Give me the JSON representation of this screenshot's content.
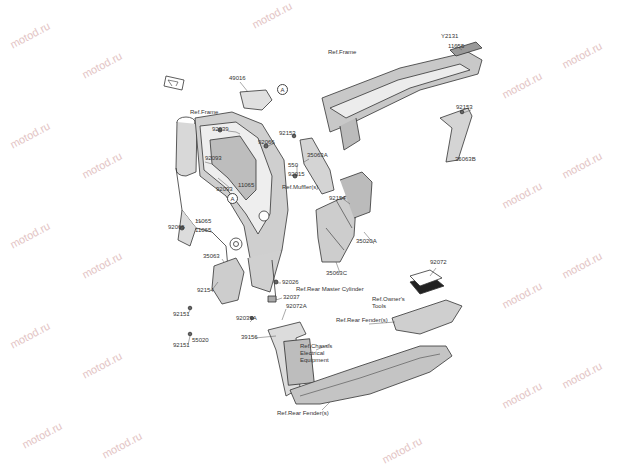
{
  "diagram": {
    "nodes": [
      {
        "text": [
          "A"
        ]
      },
      {
        "text": [
          "A"
        ]
      }
    ],
    "labels": [
      "Y2131",
      "11055",
      "Ref.Frame",
      "49016",
      "Ref.Frame",
      "92153",
      "92039",
      "92153",
      "92066",
      "35063A",
      "35063B",
      "550",
      "92015",
      "92093",
      "92093",
      "11065",
      "Ref.Muffler(s)",
      "92154",
      "92066",
      "11065",
      "11065",
      "35020A",
      "35063",
      "35063C",
      "92072",
      "92026",
      "92154",
      "Ref.Rear Master Cylinder",
      "32037",
      "Ref.Owner's Tools",
      "92072A",
      "92151",
      "92039A",
      "Ref.Rear Fender(s)",
      "39156",
      "55020",
      "92151",
      "Ref.Chassis Electrical Equipment",
      "Ref.Rear Fender(s)",
      "motod.ru",
      "motod.ru",
      "motod.ru",
      "motod.ru",
      "motod.ru",
      "motod.ru",
      "motod.ru",
      "motod.ru",
      "motod.ru",
      "motod.ru",
      "motod.ru",
      "motod.ru",
      "motod.ru",
      "motod.ru",
      "motod.ru",
      "motod.ru",
      "motod.ru",
      "motod.ru",
      "motod.ru",
      "motod.ru"
    ]
  }
}
